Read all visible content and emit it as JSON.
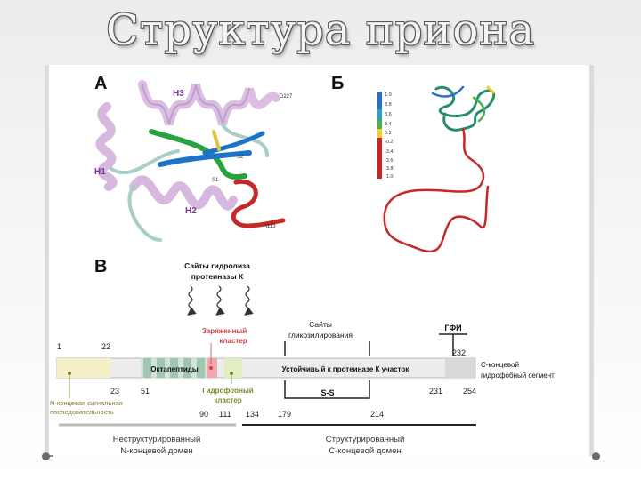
{
  "slide": {
    "title": "Структура приона"
  },
  "panelA": {
    "letter": "А",
    "helices": {
      "h1": "H1",
      "h2": "H2",
      "h3": "H3"
    },
    "strands": {
      "s1": "S1",
      "s2": "S2"
    },
    "termini": {
      "c": "D227",
      "n": "A113"
    }
  },
  "panelB": {
    "letter": "Б",
    "scale": [
      "1.0",
      "3.8",
      "3.6",
      "3.4",
      "0.2",
      "-0.2",
      "-3.4",
      "-3.6",
      "-3.8",
      "-1.0"
    ]
  },
  "panelC": {
    "letter": "В",
    "pk_sites": "Сайты гидролиза протеиназы К",
    "charged": "Заряженный кластер",
    "glyco": "Сайты гликозилирования",
    "gpi": "ГФИ",
    "c_segment": "С-концевой гидрофобный сегмент",
    "octa": "Октапептиды",
    "pk_resistant": "Устойчивый к протеиназе К участок",
    "signal": "N-концевая сигнальная последовательность",
    "hydrophobic": "Гидрофобный кластер",
    "ss": "S-S",
    "unstructured": "Неструктурированный N-концевой домен",
    "structured": "Структурированный С-концевой домен",
    "numbers": {
      "n1": "1",
      "n22": "22",
      "n23": "23",
      "n51": "51",
      "n90": "90",
      "n111": "111",
      "n134": "134",
      "n179": "179",
      "n214": "214",
      "n231": "231",
      "n232": "232",
      "n254": "254"
    }
  }
}
